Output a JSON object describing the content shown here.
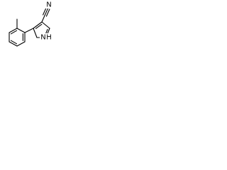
{
  "structure": {
    "atom_labels": {
      "nitrile_nitrogen": "N",
      "ring_nitrogen": "N",
      "ring_nitrogen_hydrogen": "H"
    },
    "colors": {
      "bond": "#000000",
      "label": "#000000",
      "background": "#ffffff"
    }
  }
}
